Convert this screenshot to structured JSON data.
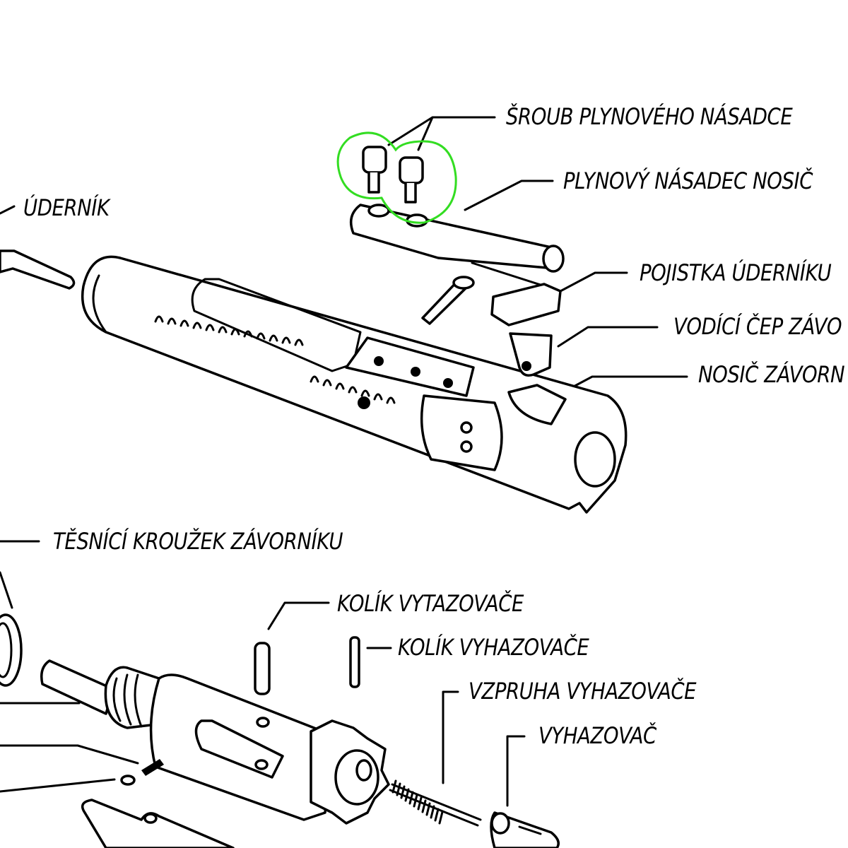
{
  "labels": {
    "gas_key_screw": "ŠROUB PLYNOVÉHO NÁSADCE",
    "gas_key": "PLYNOVÝ NÁSADEC NOSIČ",
    "firing_pin": "ÚDERNÍK",
    "firing_pin_retainer": "POJISTKA ÚDERNÍKU",
    "cam_pin": "VODÍCÍ ČEP ZÁVO",
    "bolt_carrier": "NOSIČ ZÁVORN",
    "bolt_ring": "TĚSNÍCÍ KROUŽEK ZÁVORNÍKU",
    "extractor_pin": "KOLÍK VYTAZOVAČE",
    "ejector_pin": "KOLÍK VYHAZOVAČE",
    "ejector_spring": "VZPRUHA VYHAZOVAČE",
    "ejector": "VYHAZOVAČ"
  },
  "colors": {
    "highlight": "#33dd22",
    "line": "#000000",
    "background": "#ffffff"
  }
}
